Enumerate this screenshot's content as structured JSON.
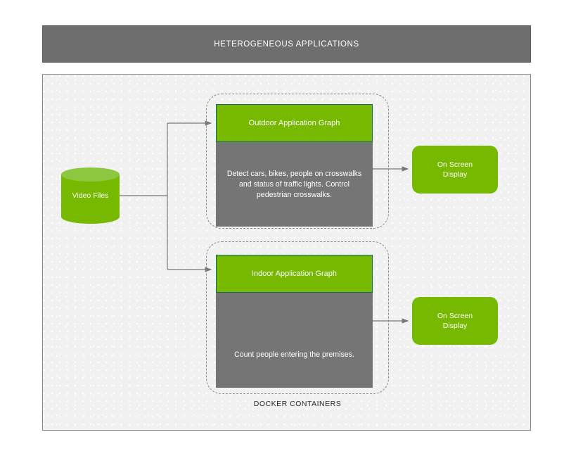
{
  "header": {
    "title": "HETEROGENEOUS APPLICATIONS"
  },
  "source": {
    "label": "Video Files",
    "shape": "cylinder-icon"
  },
  "docker": {
    "caption": "DOCKER CONTAINERS",
    "containers": [
      {
        "id": "outdoor",
        "header": "Outdoor Application Graph",
        "description": "Detect cars, bikes, people on crosswalks and status of traffic lights. Control pedestrian crosswalks.",
        "output": "On Screen\nDisplay",
        "output_line1": "On Screen",
        "output_line2": "Display"
      },
      {
        "id": "indoor",
        "header": "Indoor Application Graph",
        "description": "Count people entering the premises.",
        "output": "On Screen\nDisplay",
        "output_line1": "On Screen",
        "output_line2": "Display"
      }
    ]
  },
  "colors": {
    "brand_green": "#76b900",
    "cylinder_top_green": "#8dc63f",
    "header_grey": "#6e6e6e",
    "body_grey": "#757575",
    "panel_bg": "#f1f1f1",
    "card_border_teal": "#0e6b63",
    "connector_grey": "#767676",
    "dashed_border": "#8a8a8a"
  }
}
